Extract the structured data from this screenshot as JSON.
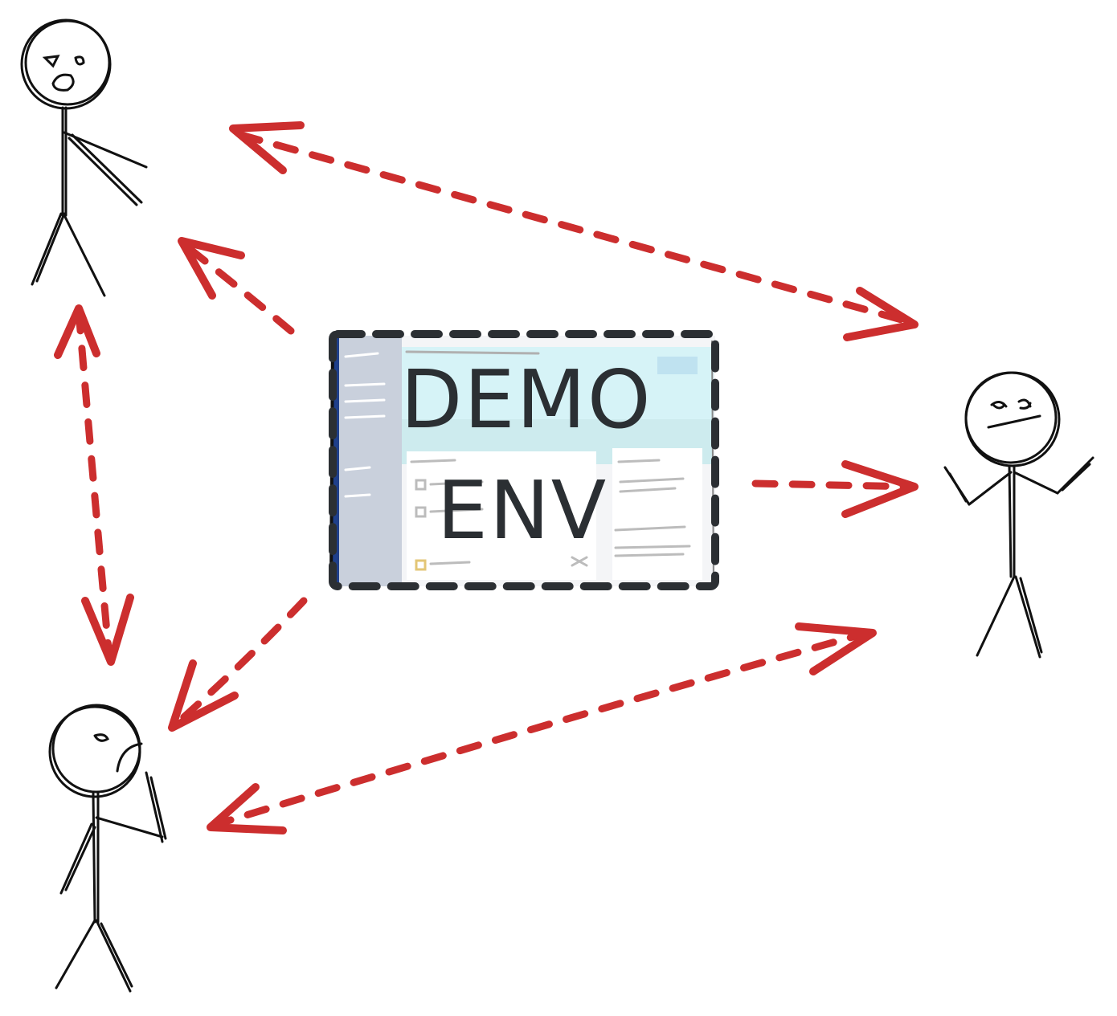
{
  "screen": {
    "line1": "DEMO",
    "line2": "ENV"
  },
  "colors": {
    "arrow": "#cc2e2e",
    "ink": "#111111",
    "screen_frame": "#2b2f33",
    "screen_sidebar": "#c9d0dc",
    "screen_header": "#d6f3f7"
  },
  "people": [
    {
      "name": "stick-figure-top-left",
      "expression": "shocked"
    },
    {
      "name": "stick-figure-right",
      "expression": "shrugging"
    },
    {
      "name": "stick-figure-bottom-left",
      "expression": "thinking"
    }
  ],
  "connections": [
    {
      "from": "stick-figure-top-left",
      "to": "stick-figure-right",
      "direction": "both"
    },
    {
      "from": "stick-figure-top-left",
      "to": "stick-figure-bottom-left",
      "direction": "both"
    },
    {
      "from": "stick-figure-bottom-left",
      "to": "stick-figure-right",
      "direction": "both"
    },
    {
      "from": "demo-screen",
      "to": "stick-figure-top-left",
      "direction": "one-way"
    },
    {
      "from": "demo-screen",
      "to": "stick-figure-right",
      "direction": "one-way"
    },
    {
      "from": "demo-screen",
      "to": "stick-figure-bottom-left",
      "direction": "one-way"
    }
  ]
}
